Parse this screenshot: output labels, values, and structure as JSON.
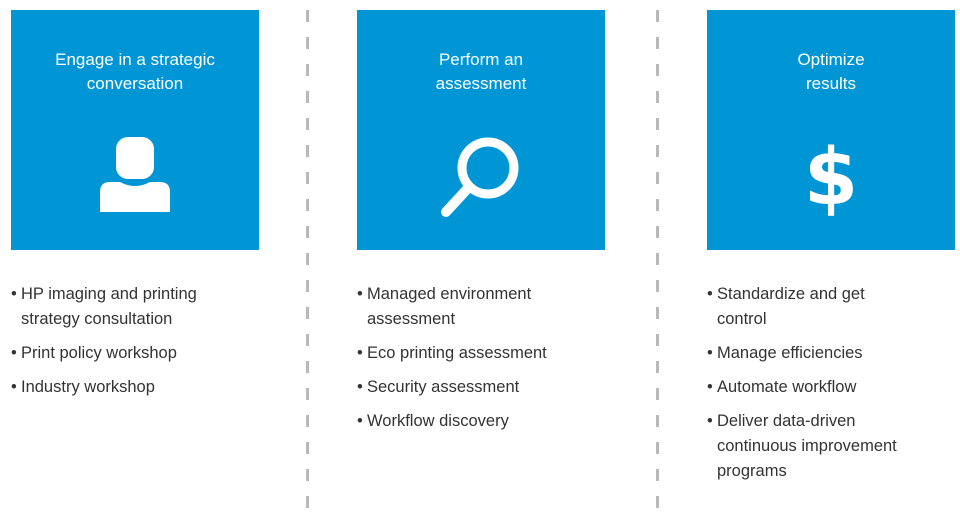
{
  "colors": {
    "card_background": "#0096D6",
    "card_text": "#FFFFFF",
    "bullet_text": "#333333",
    "divider": "#B9B9B9"
  },
  "steps": [
    {
      "title": "Engage in a strategic\nconversation",
      "icon": "person-icon",
      "bullets": [
        "HP imaging and printing\nstrategy consultation",
        "Print policy workshop",
        "Industry workshop"
      ]
    },
    {
      "title": "Perform an\nassessment",
      "icon": "magnifier-icon",
      "bullets": [
        "Managed environment\nassessment",
        "Eco printing assessment",
        "Security assessment",
        "Workflow discovery"
      ]
    },
    {
      "title": "Optimize\nresults",
      "icon": "dollar-icon",
      "icon_glyph": "$",
      "bullets": [
        "Standardize and get\ncontrol",
        "Manage efficiencies",
        "Automate workflow",
        "Deliver data-driven\ncontinuous improvement\nprograms"
      ]
    }
  ]
}
